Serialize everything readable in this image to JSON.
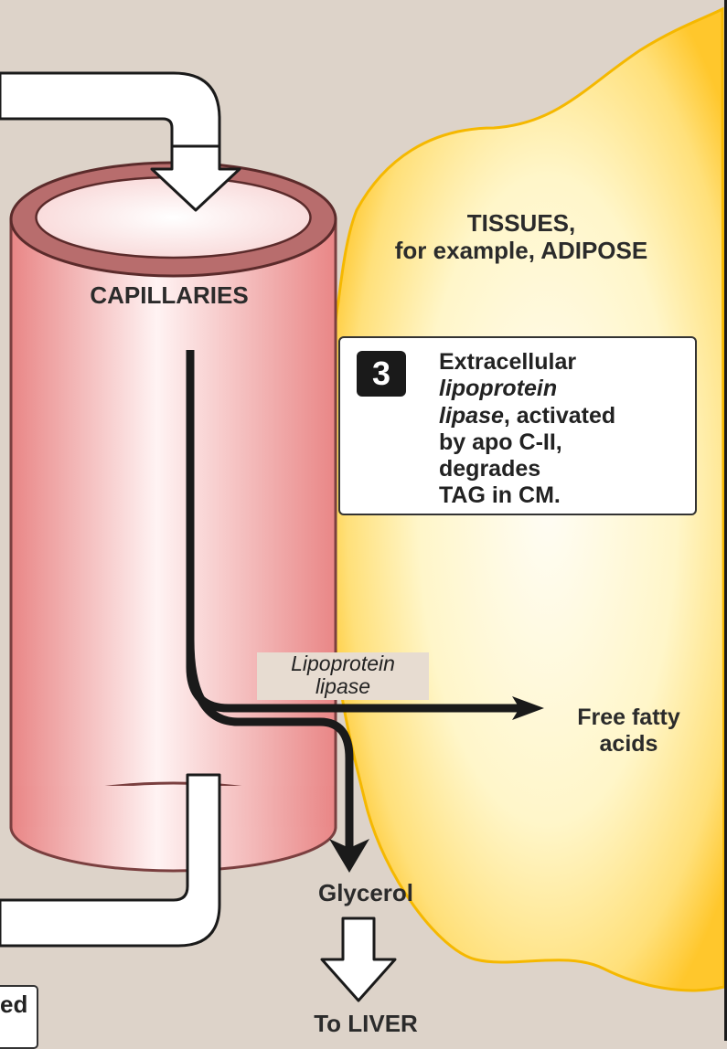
{
  "labels": {
    "tissues": "TISSUES,",
    "tissues_sub": "for example, ADIPOSE",
    "capillaries": "CAPILLARIES",
    "lipoprotein_lipase_line1": "Lipoprotein",
    "lipoprotein_lipase_line2": "lipase",
    "free_fatty_acids_line1": "Free fatty",
    "free_fatty_acids_line2": "acids",
    "glycerol": "Glycerol",
    "to_liver": "To LIVER",
    "left_fragment": "ed"
  },
  "callout": {
    "step": "3",
    "line1": "Extracellular",
    "line2_italic": "lipoprotein",
    "line3_italic": "lipase",
    "line3_rest": ", activated",
    "line4": "by apo C-II,",
    "line5": "degrades",
    "line6": "TAG in CM."
  },
  "colors": {
    "background": "#ddd3c9",
    "adipose_fill": "#ffd24a",
    "adipose_center": "#fffdf5",
    "capillary_edge": "#e98f8f",
    "capillary_center": "#fff4f4",
    "capillary_rim": "#b86d6d",
    "pathway": "#1a1a1a"
  }
}
